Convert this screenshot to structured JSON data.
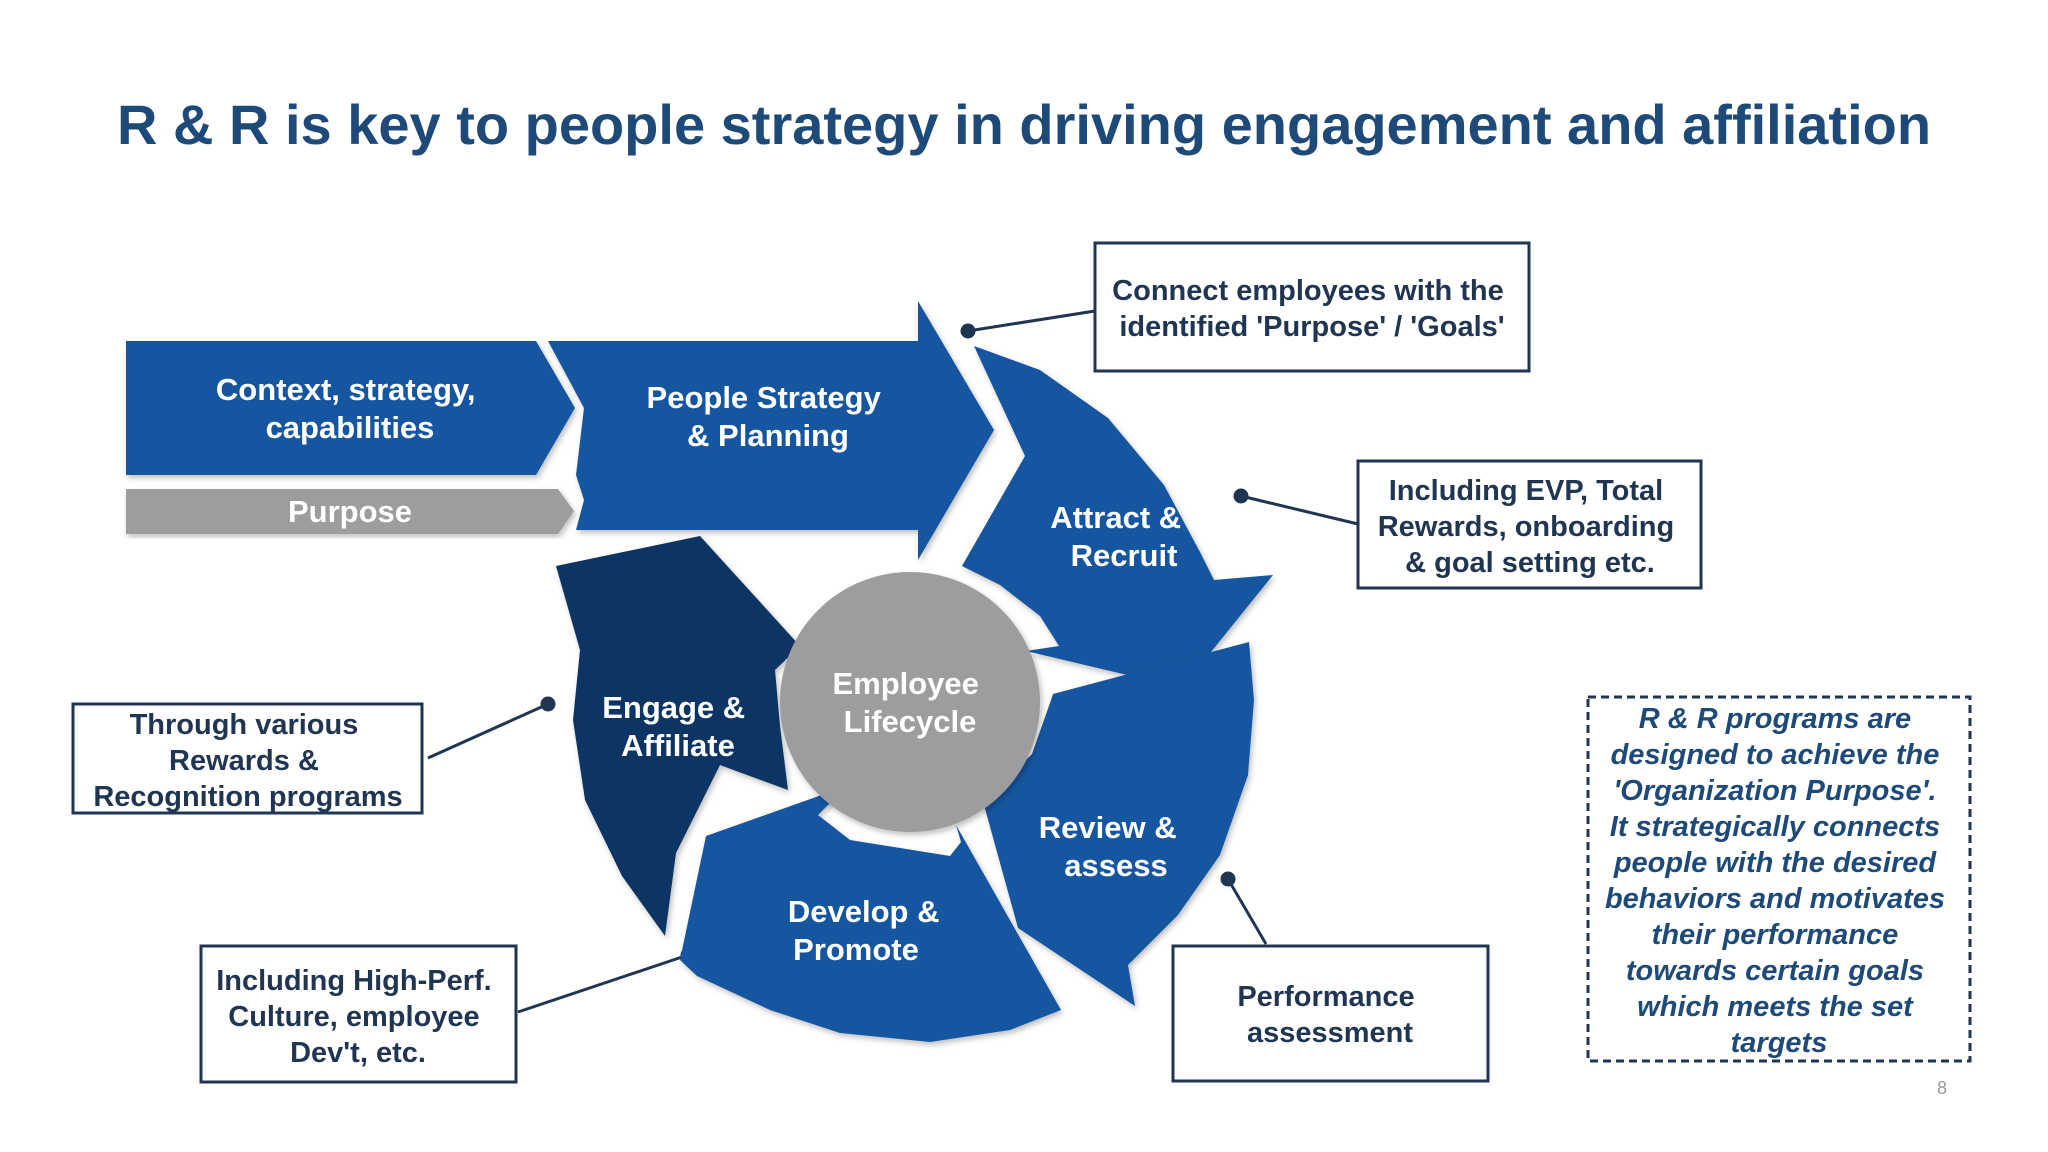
{
  "title": "R & R is key to people strategy in driving engagement and affiliation",
  "arrows": {
    "context": [
      "Context, strategy,",
      "capabilities"
    ],
    "purpose": "Purpose",
    "people_strategy": [
      "People Strategy",
      "& Planning"
    ]
  },
  "cycle": {
    "center": [
      "Employee",
      "Lifecycle"
    ],
    "attract": [
      "Attract &",
      "Recruit"
    ],
    "review": [
      "Review &",
      "assess"
    ],
    "develop": [
      "Develop &",
      "Promote"
    ],
    "engage": [
      "Engage &",
      "Affiliate"
    ]
  },
  "callouts": {
    "purpose_goals": [
      "Connect employees with the",
      "identified 'Purpose' / 'Goals'"
    ],
    "evp": [
      "Including EVP, Total",
      "Rewards, onboarding",
      "& goal setting etc."
    ],
    "rewards": [
      "Through various",
      "Rewards &",
      "Recognition programs"
    ],
    "high_perf": [
      "Including High-Perf.",
      "Culture, employee",
      "Dev't, etc."
    ],
    "performance": [
      "Performance",
      "assessment"
    ]
  },
  "note": [
    "R & R programs are",
    "designed to achieve the",
    "'Organization Purpose'.",
    "It strategically connects",
    "people with the desired",
    "behaviors and motivates",
    "their performance",
    "towards certain goals",
    "which meets the set",
    "targets"
  ],
  "page_number": "8",
  "colors": {
    "title": "#1e4a7a",
    "blue": "#1456a0",
    "dark_blue": "#0b3563",
    "gray": "#9d9c9e",
    "border": "#1f3551"
  }
}
